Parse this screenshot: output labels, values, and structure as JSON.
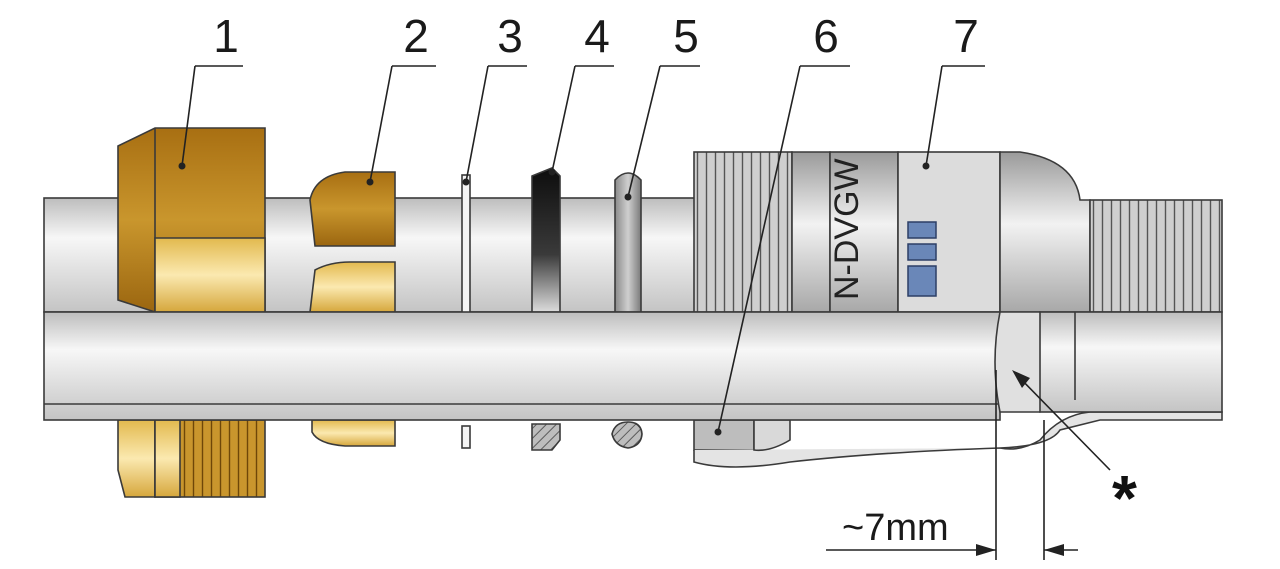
{
  "callouts": [
    {
      "number": "1"
    },
    {
      "number": "2"
    },
    {
      "number": "3"
    },
    {
      "number": "4"
    },
    {
      "number": "5"
    },
    {
      "number": "6"
    },
    {
      "number": "7"
    }
  ],
  "dimension": {
    "text": "~7mm"
  },
  "footnote_marker": "*",
  "body_marking": "N-DVGW",
  "colors": {
    "brass": "#c9962d",
    "brass_light": "#f0d486",
    "steel": "#d6d6d6",
    "pipe": "#ececec",
    "o_ring": "#1a1a1a",
    "outline": "#3a3a3a"
  }
}
